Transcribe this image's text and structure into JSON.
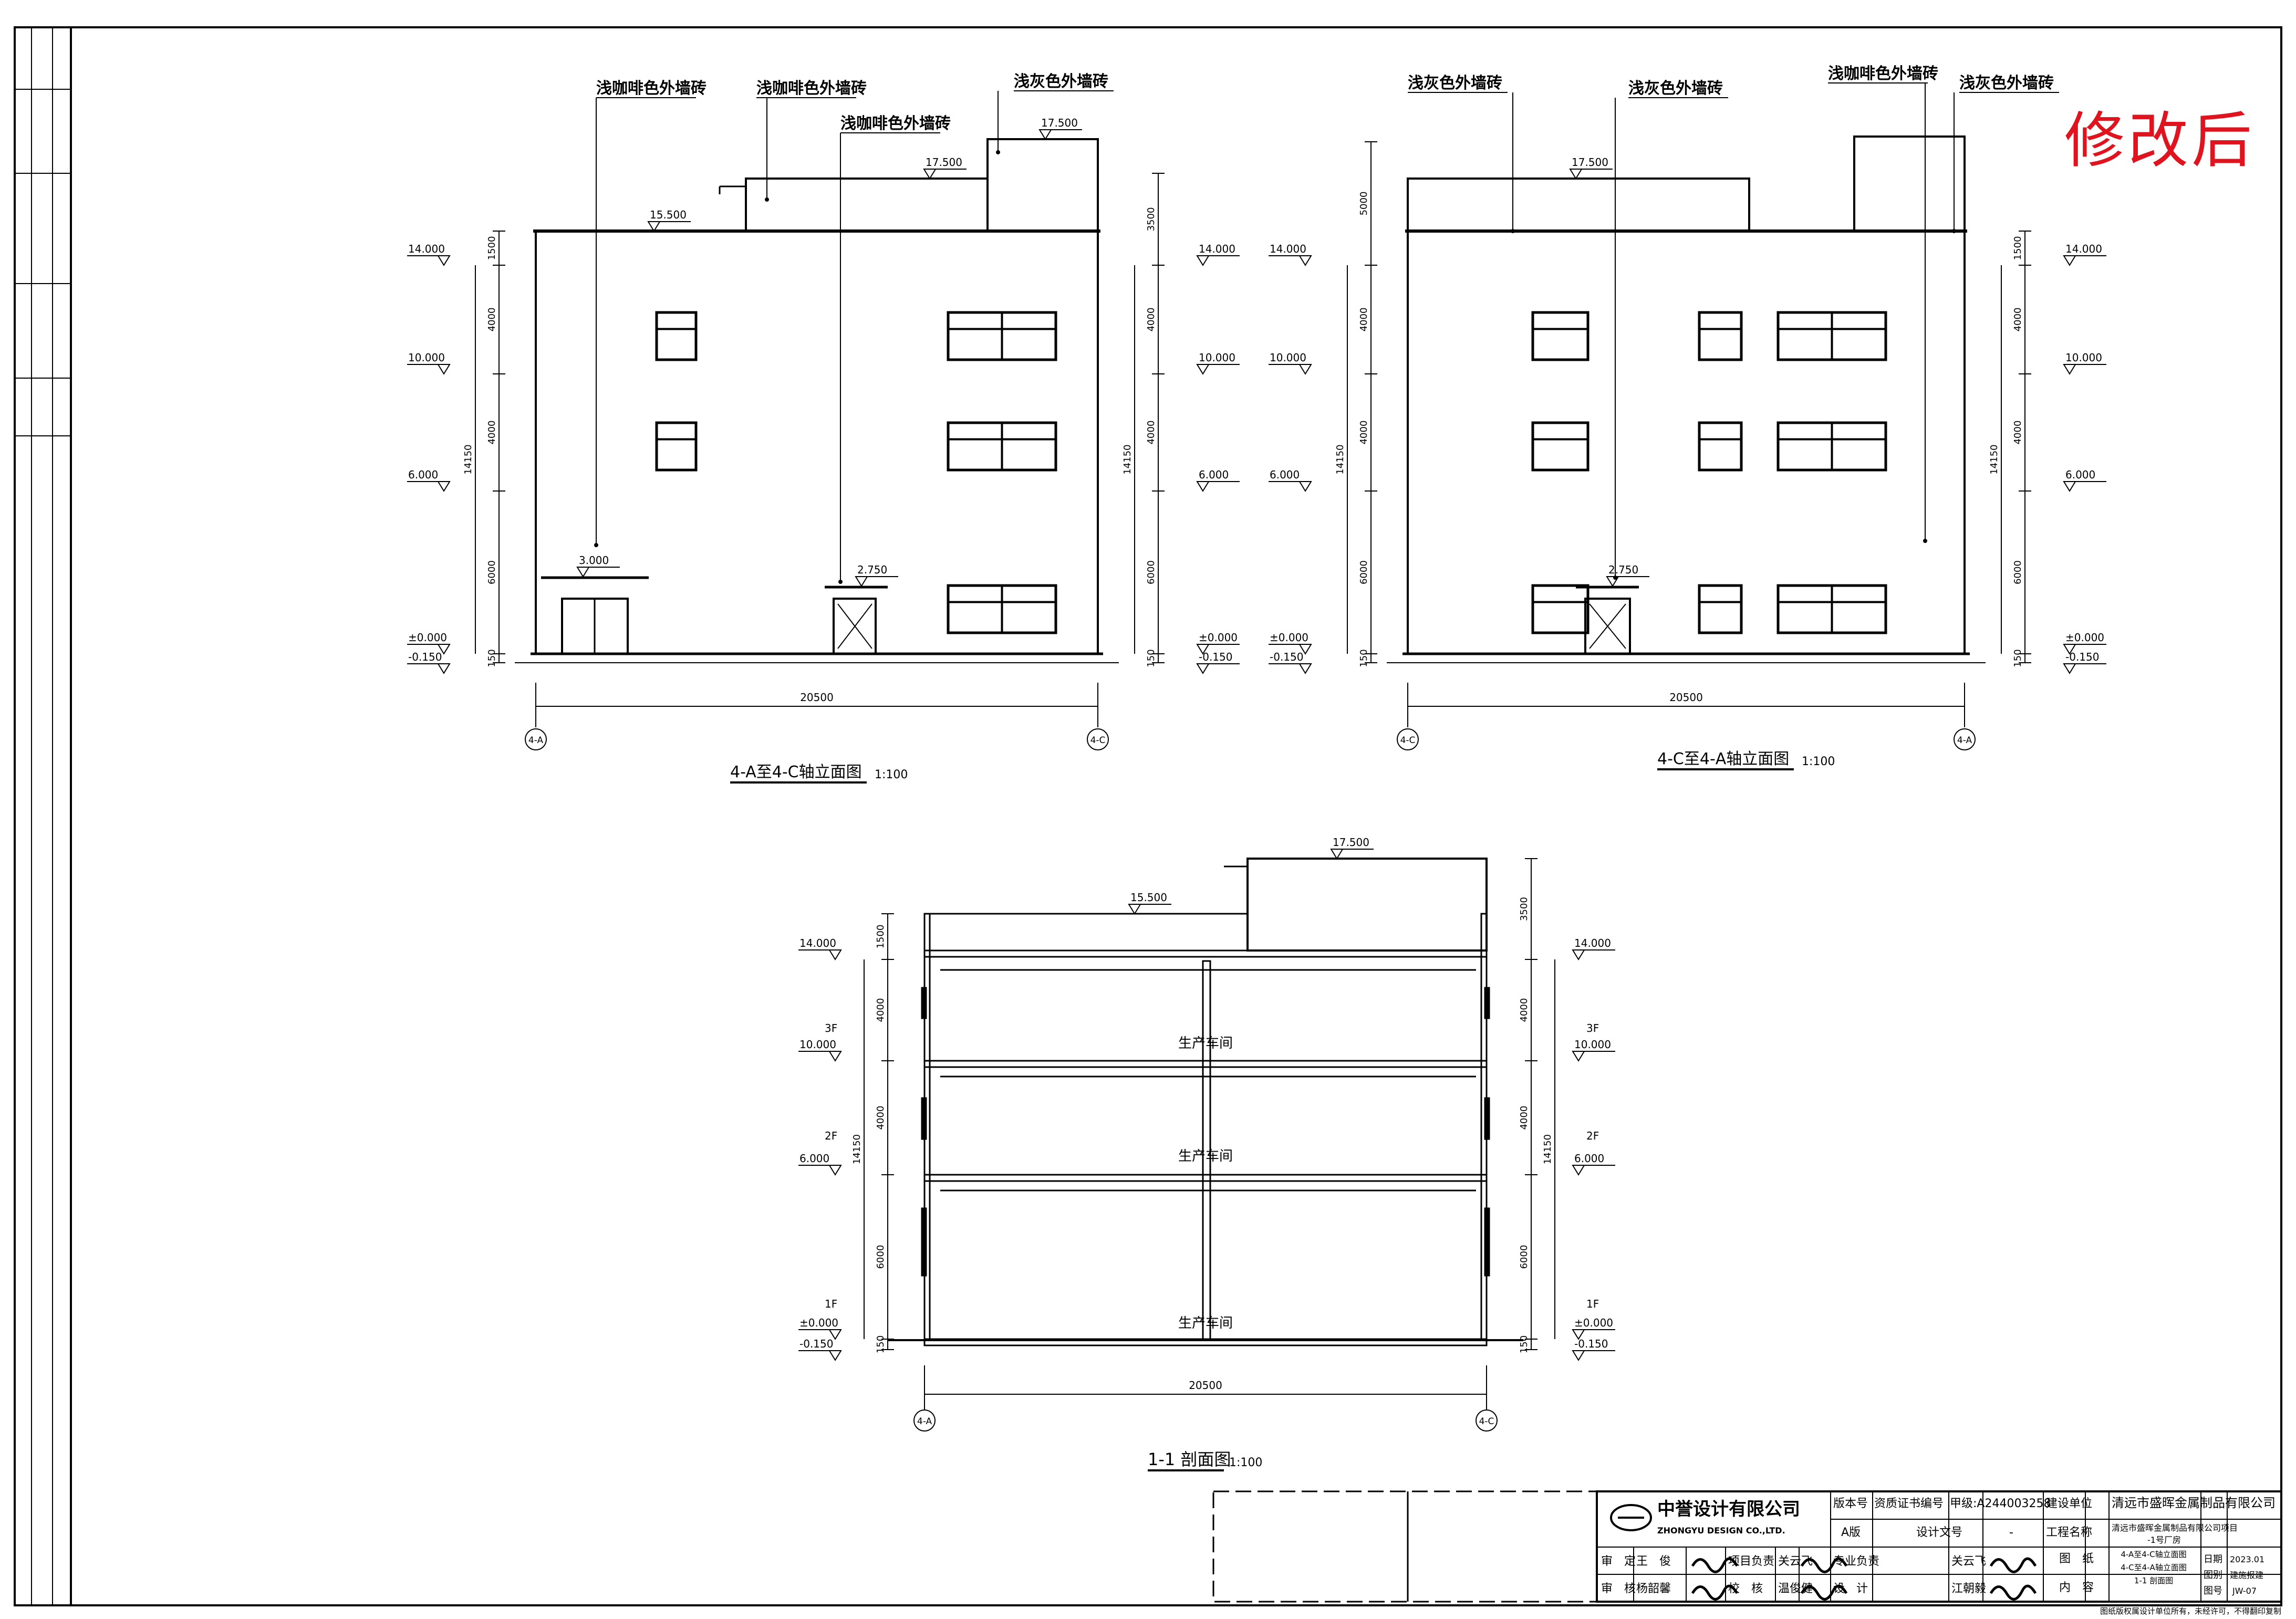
{
  "revision_note": "修改后",
  "elevation_a": {
    "title": "4-A至4-C轴立面图",
    "scale": "1:100",
    "callouts": [
      "浅咖啡色外墙砖",
      "浅咖啡色外墙砖",
      "浅咖啡色外墙砖",
      "浅灰色外墙砖"
    ],
    "roof_levels": [
      "15.500",
      "17.500",
      "17.500"
    ],
    "canopy_levels": [
      "3.000",
      "2.750"
    ],
    "left_levels": [
      "14.000",
      "10.000",
      "6.000",
      "±0.000",
      "-0.150"
    ],
    "right_levels": [
      "14.000",
      "10.000",
      "6.000",
      "±0.000",
      "-0.150"
    ],
    "left_dims": [
      "1500",
      "4000",
      "4000",
      "6000",
      "150",
      "14150"
    ],
    "right_dims": [
      "3500",
      "4000",
      "4000",
      "6000",
      "150",
      "14150"
    ],
    "width": "20500",
    "axis_left": "4-A",
    "axis_right": "4-C"
  },
  "elevation_c": {
    "title": "4-C至4-A轴立面图",
    "scale": "1:100",
    "callouts": [
      "浅灰色外墙砖",
      "浅灰色外墙砖",
      "浅咖啡色外墙砖",
      "浅灰色外墙砖"
    ],
    "roof_levels": [
      "17.500"
    ],
    "canopy_levels": [
      "2.750"
    ],
    "left_levels": [
      "14.000",
      "10.000",
      "6.000",
      "±0.000",
      "-0.150"
    ],
    "right_levels": [
      "14.000",
      "10.000",
      "6.000",
      "±0.000",
      "-0.150"
    ],
    "left_dims": [
      "5000",
      "4000",
      "4000",
      "6000",
      "150",
      "14150"
    ],
    "right_dims": [
      "1500",
      "4000",
      "4000",
      "6000",
      "150",
      "14150"
    ],
    "width": "20500",
    "axis_left": "4-C",
    "axis_right": "4-A"
  },
  "section": {
    "title": "1-1 剖面图",
    "scale": "1:100",
    "roof_levels": [
      "15.500",
      "17.500"
    ],
    "room_label": "生产车间",
    "floors": [
      "3F",
      "2F",
      "1F"
    ],
    "left_levels": [
      "14.000",
      "10.000",
      "6.000",
      "±0.000",
      "-0.150"
    ],
    "right_levels": [
      "14.000",
      "10.000",
      "6.000",
      "±0.000",
      "-0.150"
    ],
    "left_dims": [
      "1500",
      "4000",
      "4000",
      "6000",
      "150",
      "14150"
    ],
    "right_dims": [
      "3500",
      "4000",
      "4000",
      "6000",
      "150",
      "14150"
    ],
    "width": "20500",
    "axis_left": "4-A",
    "axis_right": "4-C"
  },
  "title_block": {
    "company": "中誉设计有限公司",
    "company_en": "ZHONGYU DESIGN CO.,LTD.",
    "version_label": "版本号",
    "version_value": "A版",
    "cert_label": "资质证书编号",
    "cert_value": "甲级:A244003258",
    "doc_label": "设计文号",
    "doc_value": "-",
    "client_label": "建设单位",
    "client_value": "清远市盛晖金属制品有限公司",
    "project_label": "工程名称",
    "project_value_1": "清远市盛晖金属制品有限公司项目",
    "project_value_2": "-1号厂房",
    "drawing_label": "图　纸",
    "content_label": "内　容",
    "drawing_value_1": "4-A至4-C轴立面图",
    "drawing_value_2": "4-C至4-A轴立面图",
    "drawing_value_3": "1-1 剖面图",
    "roles": [
      {
        "role": "审　定",
        "name": "王　俊"
      },
      {
        "role": "审　核",
        "name": "杨韶馨"
      },
      {
        "role": "项目负责",
        "name": "关云飞"
      },
      {
        "role": "校　核",
        "name": "温俊健"
      },
      {
        "role": "专业负责",
        "name": "关云飞"
      },
      {
        "role": "设　计",
        "name": "江朝毅"
      }
    ],
    "date_label": "日期",
    "date_value": "2023.01",
    "stage_label": "图别",
    "stage_value": "建施报建",
    "number_label": "图号",
    "number_value": "JW-07",
    "footnote": "图纸版权属设计单位所有，未经许可，不得翻印复制"
  }
}
